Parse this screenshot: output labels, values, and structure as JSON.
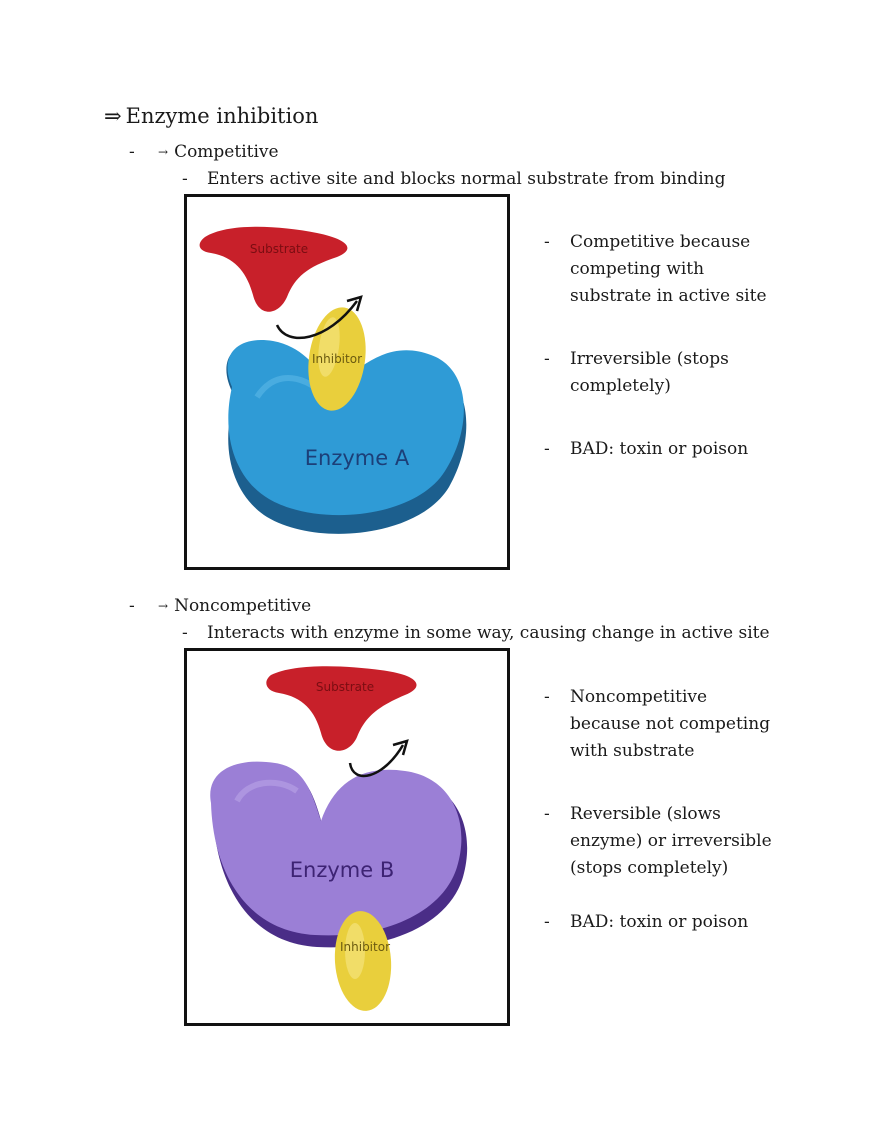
{
  "heading": {
    "arrow": "⇒",
    "text": "Enzyme inhibition"
  },
  "sections": [
    {
      "dash": "-",
      "arrow": "→",
      "title": "Competitive",
      "sub_dash": "-",
      "sub_text": "Enters active site and blocks normal substrate from binding",
      "figure": {
        "substrate_label": "Substrate",
        "inhibitor_label": "Inhibitor",
        "enzyme_label": "Enzyme A"
      },
      "bullets": [
        {
          "dash": "-",
          "lines": [
            "Competitive because",
            "competing with",
            "substrate in active site"
          ]
        },
        {
          "dash": "-",
          "lines": [
            "Irreversible (stops",
            "completely)"
          ]
        },
        {
          "dash": "-",
          "lines": [
            "BAD: toxin or poison"
          ]
        }
      ]
    },
    {
      "dash": "-",
      "arrow": "→",
      "title": "Noncompetitive",
      "sub_dash": "-",
      "sub_text": "Interacts with enzyme in some way, causing change in active site",
      "figure": {
        "substrate_label": "Substrate",
        "inhibitor_label": "Inhibitor",
        "enzyme_label": "Enzyme B"
      },
      "bullets": [
        {
          "dash": "-",
          "lines": [
            "Noncompetitive",
            "because not competing",
            "with substrate"
          ]
        },
        {
          "dash": "-",
          "lines": [
            "Reversible (slows",
            "enzyme) or irreversible",
            "(stops completely)"
          ]
        },
        {
          "dash": "-",
          "lines": [
            "BAD: toxin or poison"
          ]
        }
      ]
    }
  ],
  "colors": {
    "substrate": "#c8202a",
    "inhibitor": "#e9cf3c",
    "enzyme_a": "#2f9bd6",
    "enzyme_a_dark": "#1c5f8e",
    "enzyme_b": "#9b7fd6",
    "enzyme_b_dark": "#4a2d87"
  }
}
